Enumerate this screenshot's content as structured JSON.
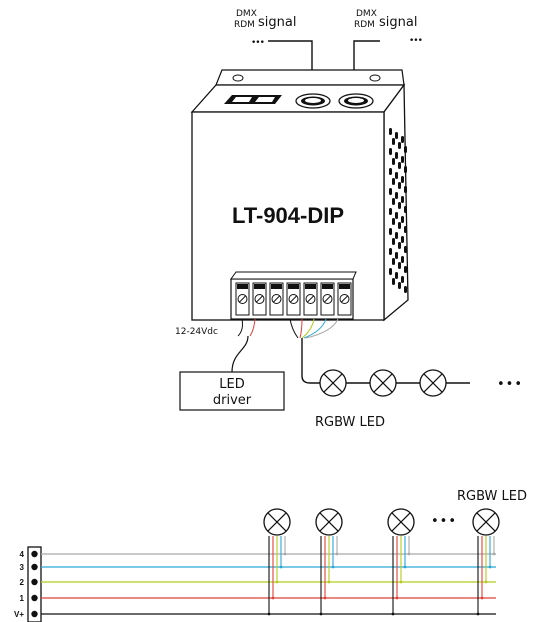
{
  "controller": {
    "model": "LT-904-DIP"
  },
  "inputs": [
    {
      "protocol_top": "DMX",
      "protocol_bottom": "RDM",
      "signal": "signal",
      "dots": "•••"
    },
    {
      "protocol_top": "DMX",
      "protocol_bottom": "RDM",
      "signal": "signal",
      "dots": "•••"
    }
  ],
  "power": {
    "voltage": "12-24Vdc",
    "driver_line1": "LED",
    "driver_line2": "driver"
  },
  "output_chain": {
    "label": "RGBW LED",
    "dots": "•••"
  },
  "wiring": {
    "label": "RGBW LED",
    "dots": "•••",
    "terminals": [
      "4",
      "3",
      "2",
      "1",
      "V+"
    ]
  },
  "colors": {
    "ch4": "#a9a9a9",
    "ch3": "#2aa7d6",
    "ch2": "#b5cc1f",
    "ch1": "#e0403a",
    "vplus": "#111111"
  }
}
